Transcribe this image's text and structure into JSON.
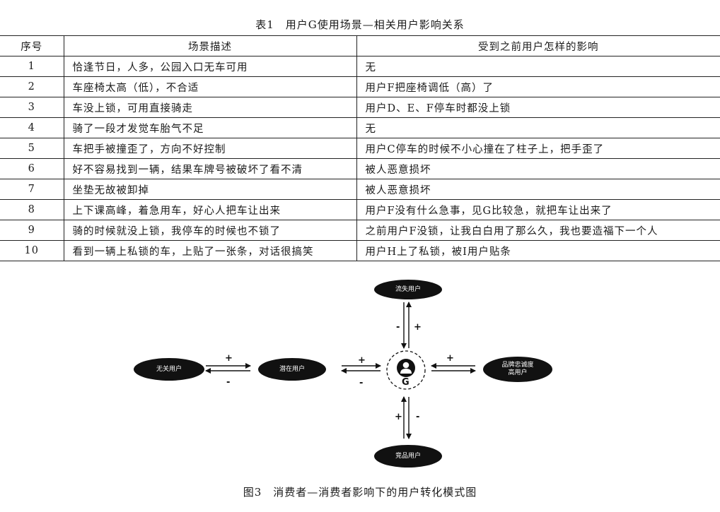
{
  "table": {
    "caption": "表1　用户G使用场景—相关用户影响关系",
    "headers": [
      "序号",
      "场景描述",
      "受到之前用户怎样的影响"
    ],
    "rows": [
      {
        "no": "1",
        "scene": "恰逢节日，人多，公园入口无车可用",
        "influence": "无"
      },
      {
        "no": "2",
        "scene": "车座椅太高（低），不合适",
        "influence": "用户F把座椅调低（高）了"
      },
      {
        "no": "3",
        "scene": "车没上锁，可用直接骑走",
        "influence": "用户D、E、F停车时都没上锁"
      },
      {
        "no": "4",
        "scene": "骑了一段才发觉车胎气不足",
        "influence": "无"
      },
      {
        "no": "5",
        "scene": "车把手被撞歪了，方向不好控制",
        "influence": "用户C停车的时候不小心撞在了柱子上，把手歪了"
      },
      {
        "no": "6",
        "scene": "好不容易找到一辆，结果车牌号被破坏了看不清",
        "influence": "被人恶意损坏"
      },
      {
        "no": "7",
        "scene": "坐垫无故被卸掉",
        "influence": "被人恶意损坏"
      },
      {
        "no": "8",
        "scene": "上下课高峰，着急用车，好心人把车让出来",
        "influence": "用户F没有什么急事，见G比较急，就把车让出来了"
      },
      {
        "no": "9",
        "scene": "骑的时候就没上锁，我停车的时候也不锁了",
        "influence": "之前用户F没锁，让我白白用了那么久，我也要造福下一个人"
      },
      {
        "no": "10",
        "scene": "看到一辆上私锁的车，上贴了一张条，对话很搞笑",
        "influence": "用户H上了私锁，被I用户贴条"
      }
    ]
  },
  "diagram": {
    "nodes": {
      "lost": "流失用户",
      "irrelevant": "无关用户",
      "potential": "潜在用户",
      "loyal": "品牌忠诚度\n高用户",
      "competitor": "竞品用户"
    },
    "center_label": "G",
    "plus": "+",
    "minus": "-",
    "icon": "user-avatar-icon"
  },
  "figure": {
    "caption": "图3　消费者—消费者影响下的用户转化模式图"
  }
}
